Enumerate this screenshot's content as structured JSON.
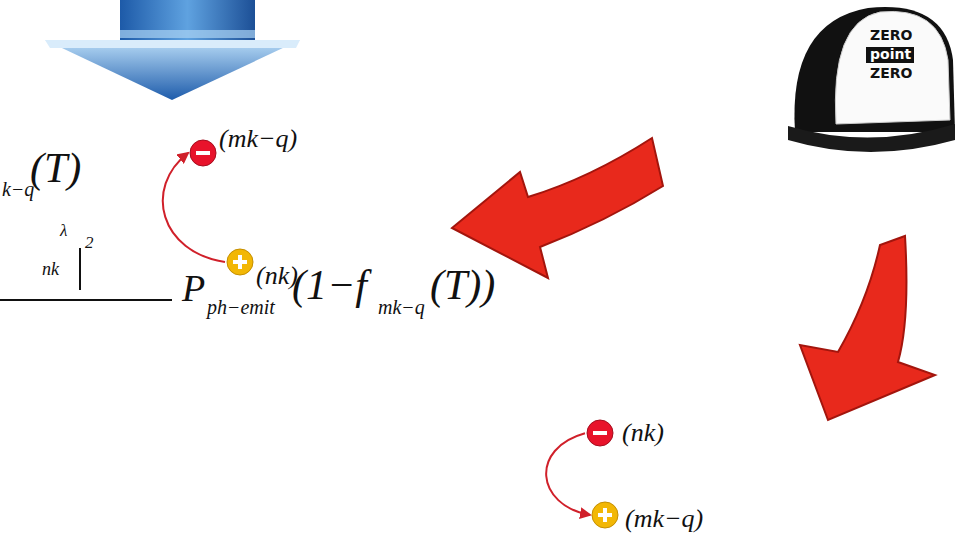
{
  "diagram": {
    "nodes": [
      {
        "text": [
          "(mk−q)"
        ]
      },
      {
        "text": [
          "(nk)"
        ]
      },
      {
        "text": [
          "(nk)"
        ]
      },
      {
        "text": [
          "(mk−q)"
        ]
      }
    ],
    "edges": [
      {
        "from": 1,
        "to": 0,
        "arrow": "to"
      },
      {
        "from": 2,
        "to": 3,
        "arrow": "to"
      }
    ],
    "labels": [
      "k−q",
      "(T)",
      "λ",
      "nk",
      "2",
      "P",
      "ph−emit",
      "(1−f",
      "mk−q",
      "(T))",
      "ZERO",
      "point",
      "ZERO"
    ]
  }
}
